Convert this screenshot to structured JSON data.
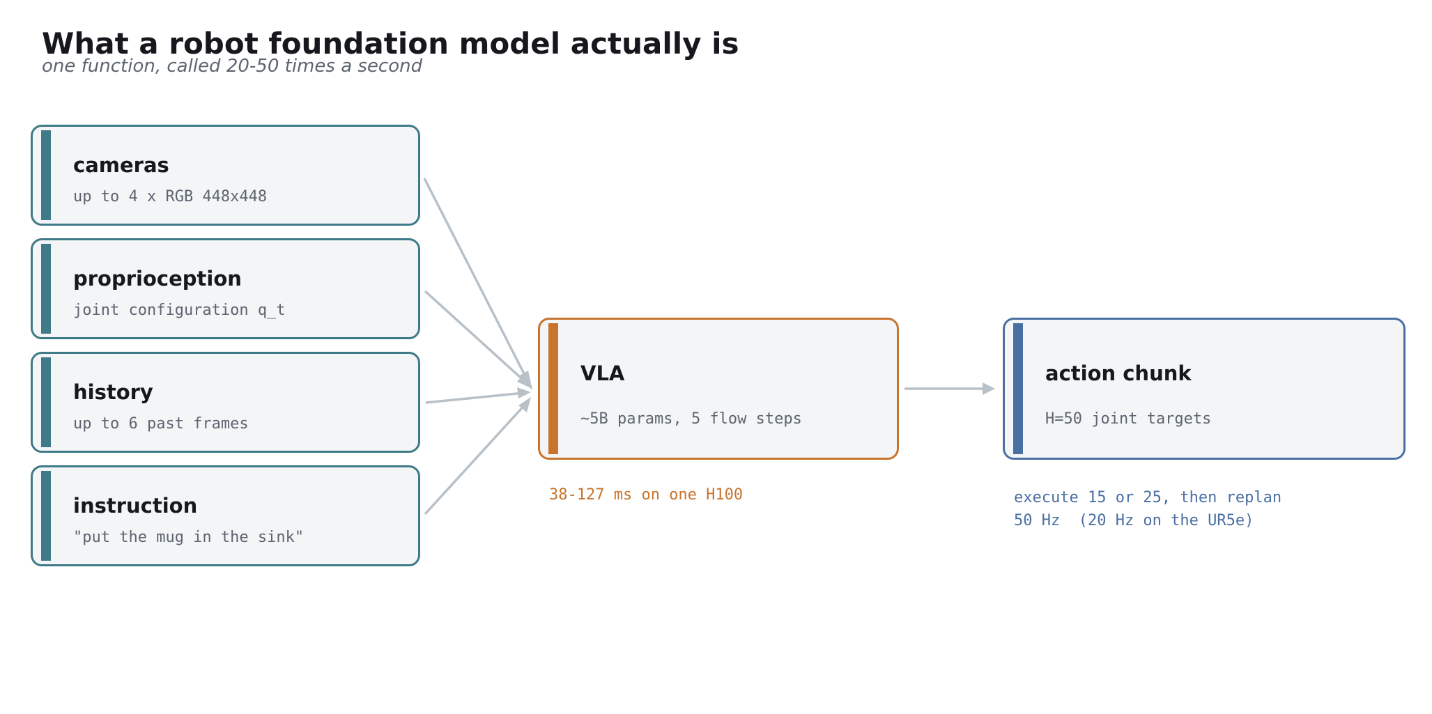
{
  "header": {
    "title": "What a robot foundation model actually is",
    "subtitle": "one function, called 20-50 times a second"
  },
  "inputs": [
    {
      "label": "cameras",
      "sub": "up to 4 x RGB 448x448"
    },
    {
      "label": "proprioception",
      "sub": "joint configuration q_t"
    },
    {
      "label": "history",
      "sub": "up to 6 past frames"
    },
    {
      "label": "instruction",
      "sub": "\"put the mug in the sink\""
    }
  ],
  "model": {
    "label": "VLA",
    "sub": "~5B params, 5 flow steps",
    "note": "38-127 ms on one H100"
  },
  "output": {
    "label": "action chunk",
    "sub": "H=50 joint targets",
    "note_line1": "execute 15 or 25, then replan",
    "note_line2": "50 Hz  (20 Hz on the UR5e)"
  },
  "colors": {
    "input_accent": "#3e7a87",
    "model_accent": "#c8742c",
    "output_accent": "#4a6fa3",
    "arrow": "#b8c0c8",
    "box_fill": "#f3f5f7"
  }
}
